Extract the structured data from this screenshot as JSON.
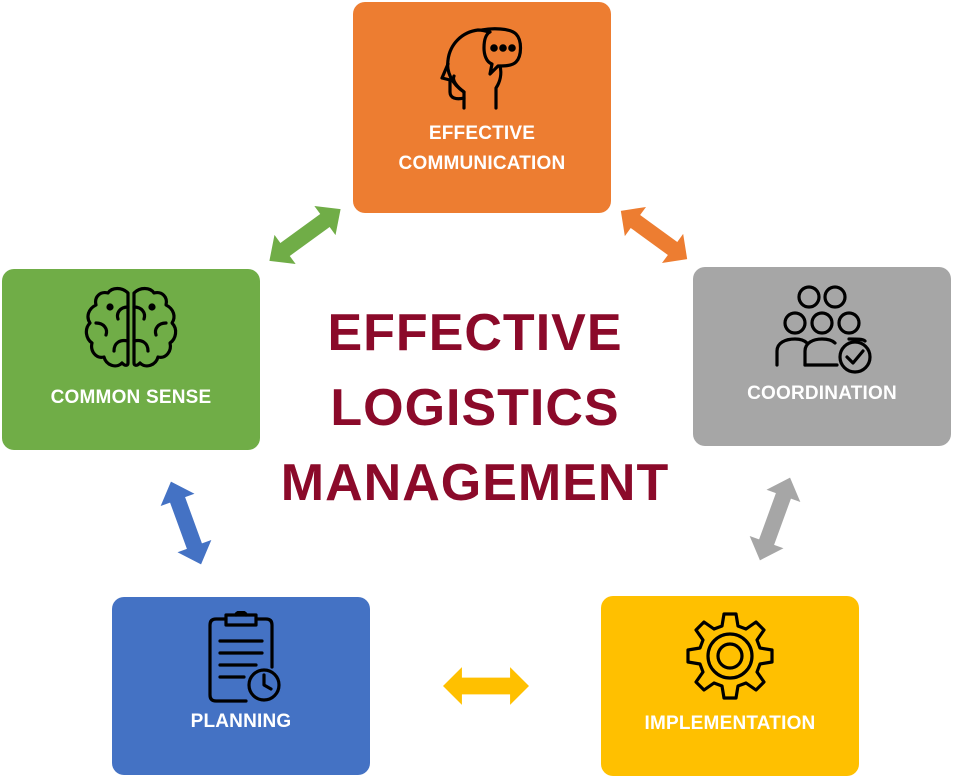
{
  "center_title": "EFFECTIVE\nLOGISTICS\nMANAGEMENT",
  "nodes": {
    "communication": {
      "label": "EFFECTIVE\nCOMMUNICATION",
      "icon": "head-speech-bubble-icon",
      "color": "#ED7D31"
    },
    "coordination": {
      "label": "COORDINATION",
      "icon": "team-check-icon",
      "color": "#A6A6A6"
    },
    "implementation": {
      "label": "IMPLEMENTATION",
      "icon": "gear-icon",
      "color": "#FFC000"
    },
    "planning": {
      "label": "PLANNING",
      "icon": "clipboard-clock-icon",
      "color": "#4472C4"
    },
    "common_sense": {
      "label": "COMMON SENSE",
      "icon": "brain-icon",
      "color": "#70AD47"
    }
  },
  "connectors": [
    {
      "from": "common_sense",
      "to": "communication",
      "color": "#70AD47"
    },
    {
      "from": "communication",
      "to": "coordination",
      "color": "#ED7D31"
    },
    {
      "from": "coordination",
      "to": "implementation",
      "color": "#A6A6A6"
    },
    {
      "from": "planning",
      "to": "implementation",
      "color": "#FFC000"
    },
    {
      "from": "common_sense",
      "to": "planning",
      "color": "#4472C4"
    }
  ]
}
